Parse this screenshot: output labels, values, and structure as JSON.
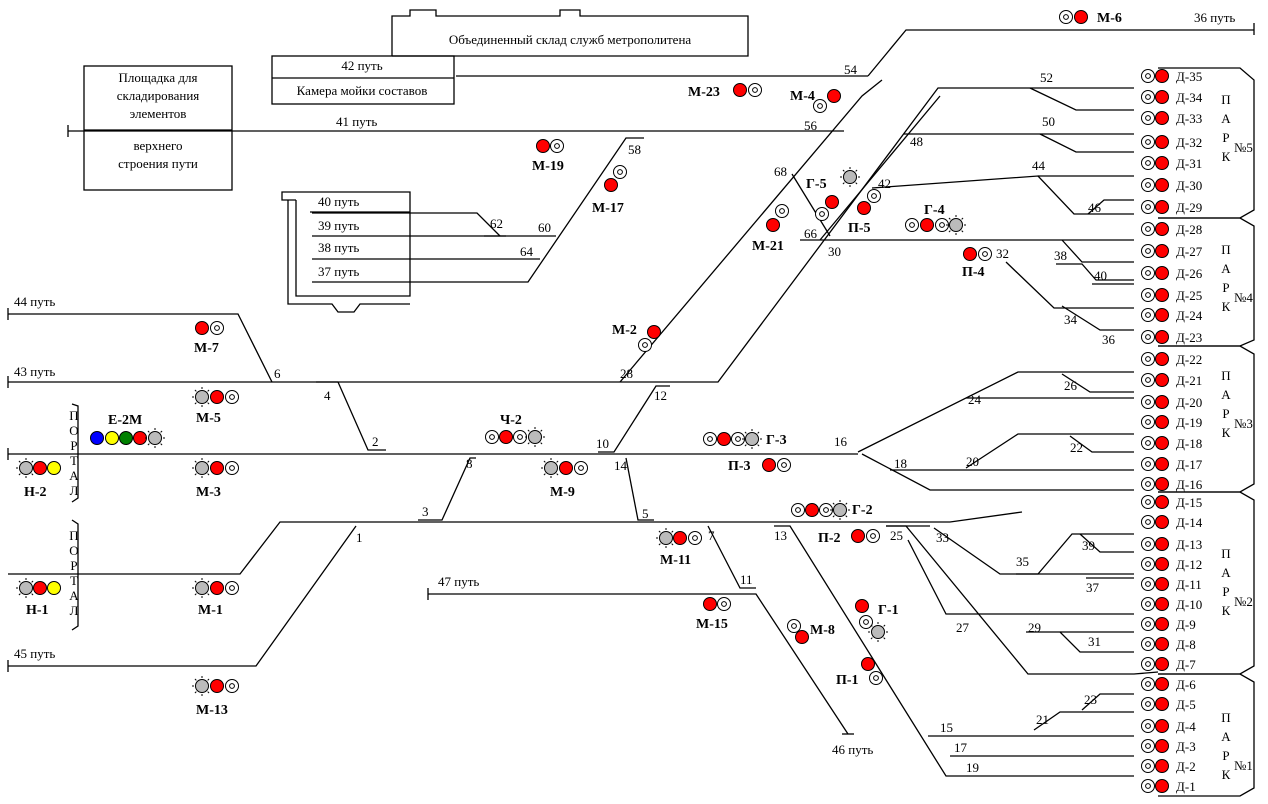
{
  "title": "Объединенный склад служб метрополитена",
  "areas": {
    "storage_line1": "Площадка для",
    "storage_line2": "складирования",
    "storage_line3": "элементов",
    "storage_line4": "верхнего",
    "storage_line5": "строения пути",
    "wash": "Камера мойки составов",
    "track42": "42 путь"
  },
  "tracks": {
    "t36": "36 путь",
    "t41": "41 путь",
    "t44": "44 путь",
    "t43": "43 путь",
    "t45": "45 путь",
    "t47": "47 путь",
    "t46": "46 путь",
    "t40": "40 путь",
    "t39": "39 путь",
    "t38": "38 путь",
    "t37": "37 путь"
  },
  "portal": {
    "top": [
      "П",
      "О",
      "Р",
      "Т",
      "А",
      "Л"
    ],
    "bottom": [
      "П",
      "О",
      "Р",
      "Т",
      "А",
      "Л"
    ]
  },
  "parks": [
    {
      "letters": [
        "П",
        "А",
        "Р",
        "К"
      ],
      "number": "№5"
    },
    {
      "letters": [
        "П",
        "А",
        "Р",
        "К"
      ],
      "number": "№4"
    },
    {
      "letters": [
        "П",
        "А",
        "Р",
        "К"
      ],
      "number": "№3"
    },
    {
      "letters": [
        "П",
        "А",
        "Р",
        "К"
      ],
      "number": "№2"
    },
    {
      "letters": [
        "П",
        "А",
        "Р",
        "К"
      ],
      "number": "№1"
    }
  ],
  "depot_signals": [
    "Д-35",
    "Д-34",
    "Д-33",
    "Д-32",
    "Д-31",
    "Д-30",
    "Д-29",
    "Д-28",
    "Д-27",
    "Д-26",
    "Д-25",
    "Д-24",
    "Д-23",
    "Д-22",
    "Д-21",
    "Д-20",
    "Д-19",
    "Д-18",
    "Д-17",
    "Д-16",
    "Д-15",
    "Д-14",
    "Д-13",
    "Д-12",
    "Д-11",
    "Д-10",
    "Д-9",
    "Д-8",
    "Д-7",
    "Д-6",
    "Д-5",
    "Д-4",
    "Д-3",
    "Д-2",
    "Д-1"
  ],
  "signals": {
    "m6": "М-6",
    "m23": "М-23",
    "m4": "М-4",
    "m19": "М-19",
    "m17": "М-17",
    "g5": "Г-5",
    "p5": "П-5",
    "g4": "Г-4",
    "p4": "П-4",
    "m21": "М-21",
    "m2": "М-2",
    "m7": "М-7",
    "m5": "М-5",
    "e2m": "Е-2М",
    "ch2": "Ч-2",
    "g3": "Г-3",
    "p3": "П-3",
    "n2": "Н-2",
    "m3": "М-3",
    "m9": "М-9",
    "g2": "Г-2",
    "p2": "П-2",
    "m11": "М-11",
    "n1": "Н-1",
    "m1": "М-1",
    "m15": "М-15",
    "m8": "М-8",
    "g1": "Г-1",
    "p1": "П-1",
    "m13": "М-13"
  },
  "switches": {
    "s54": "54",
    "s56": "56",
    "s52": "52",
    "s50": "50",
    "s48": "48",
    "s44": "44",
    "s46": "46",
    "s42": "42",
    "s68": "68",
    "s66": "66",
    "s30": "30",
    "s32": "32",
    "s38": "38",
    "s40": "40",
    "s34": "34",
    "s36": "36",
    "s58": "58",
    "s62": "62",
    "s60": "60",
    "s64": "64",
    "s6": "6",
    "s4": "4",
    "s2": "2",
    "s28": "28",
    "s12": "12",
    "s10": "10",
    "s14": "14",
    "s8": "8",
    "s3": "3",
    "s1": "1",
    "s5": "5",
    "s7": "7",
    "s11": "11",
    "s13": "13",
    "s25": "25",
    "s33": "33",
    "s35": "35",
    "s39": "39",
    "s37": "37",
    "s27": "27",
    "s29": "29",
    "s31": "31",
    "s24": "24",
    "s26": "26",
    "s16": "16",
    "s18": "18",
    "s20": "20",
    "s22": "22",
    "s23": "23",
    "s21": "21",
    "s15": "15",
    "s17": "17",
    "s19": "19"
  },
  "colors": {
    "red": "#ff0000",
    "yellow": "#ffff00",
    "green": "#008000",
    "blue": "#0000ff",
    "grey": "#bbbbbb",
    "line": "#000000"
  }
}
